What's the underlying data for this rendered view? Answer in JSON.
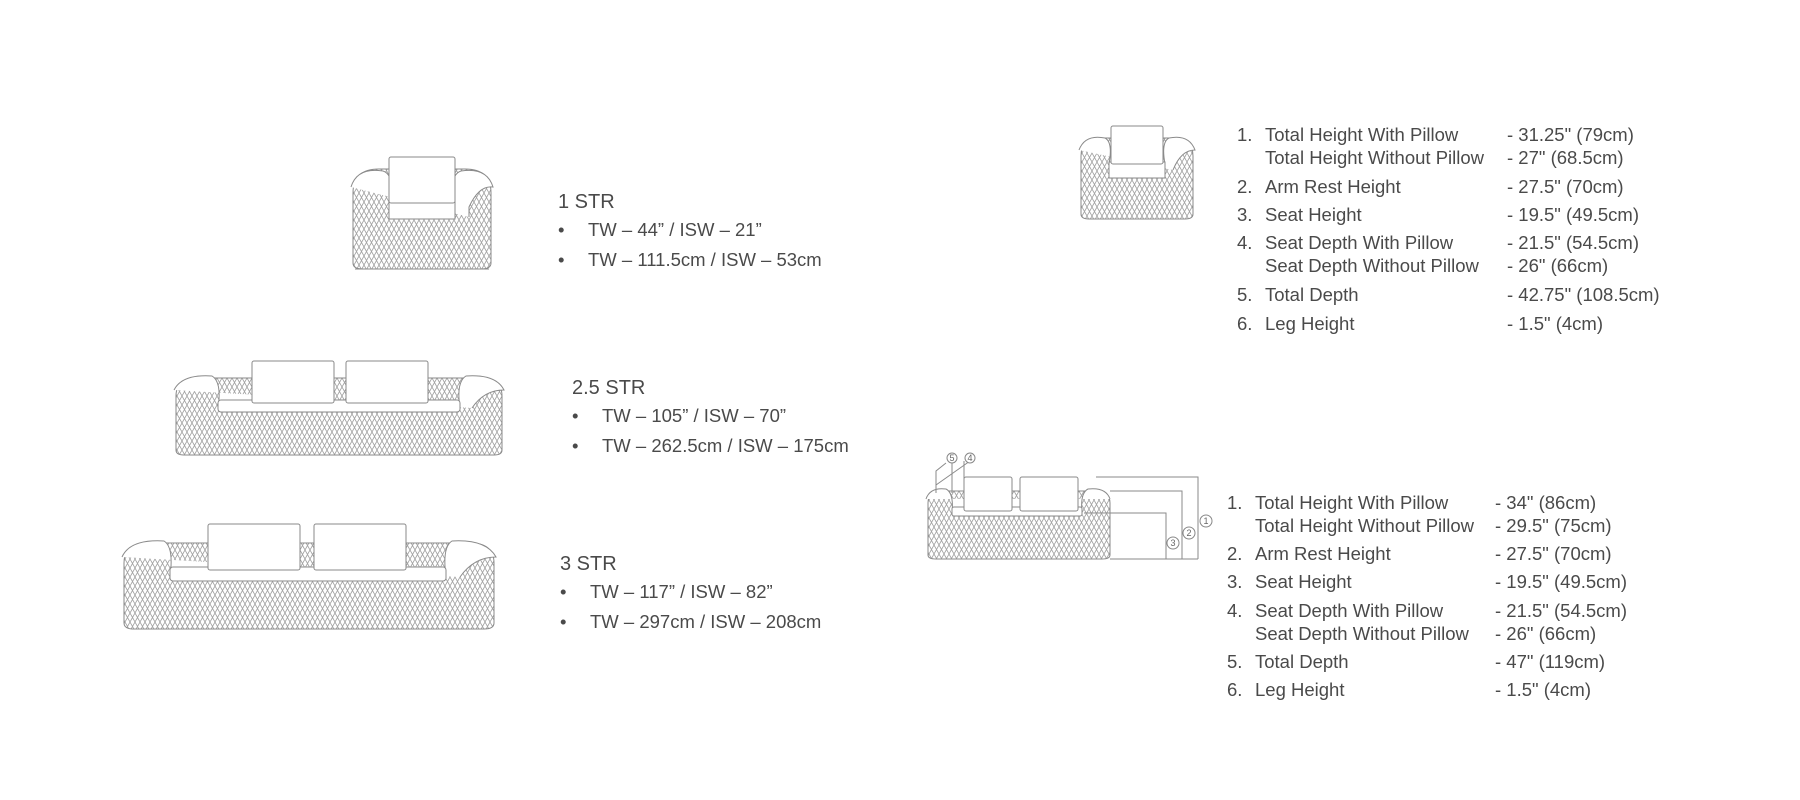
{
  "models": [
    {
      "title": "1 STR",
      "bullets": [
        "TW – 44” / ISW – 21”",
        "TW – 111.5cm / ISW – 53cm"
      ]
    },
    {
      "title": "2.5 STR",
      "bullets": [
        "TW – 105” / ISW – 70”",
        "TW – 262.5cm / ISW – 175cm"
      ]
    },
    {
      "title": "3 STR",
      "bullets": [
        "TW – 117” / ISW – 82”",
        "TW – 297cm / ISW – 208cm"
      ]
    }
  ],
  "bullet_symbol": "•",
  "specs_chair": [
    {
      "num": "1.",
      "label": "Total Height With Pillow",
      "value": "-  31.25\" (79cm)"
    },
    {
      "num": "",
      "label": "Total Height Without Pillow",
      "value": "-  27\" (68.5cm)"
    },
    {
      "num": "2.",
      "label": "Arm Rest Height",
      "value": "- 27.5\" (70cm)"
    },
    {
      "num": "3.",
      "label": "Seat Height",
      "value": "- 19.5\" (49.5cm)"
    },
    {
      "num": "4.",
      "label": "Seat Depth With Pillow",
      "value": "- 21.5\" (54.5cm)"
    },
    {
      "num": "",
      "label": "Seat Depth Without Pillow",
      "value": "- 26\" (66cm)"
    },
    {
      "num": "5.",
      "label": "Total Depth",
      "value": "- 42.75\" (108.5cm)"
    },
    {
      "num": "6.",
      "label": "Leg Height",
      "value": "- 1.5\" (4cm)"
    }
  ],
  "specs_sofa": [
    {
      "num": "1.",
      "label": "Total Height With Pillow",
      "value": "- 34\" (86cm)"
    },
    {
      "num": "",
      "label": "Total Height Without Pillow",
      "value": "-  29.5\" (75cm)"
    },
    {
      "num": "2.",
      "label": "Arm Rest Height",
      "value": "- 27.5\" (70cm)"
    },
    {
      "num": "3.",
      "label": "Seat Height",
      "value": "- 19.5\" (49.5cm)"
    },
    {
      "num": "4.",
      "label": "Seat Depth With Pillow",
      "value": "- 21.5\" (54.5cm)"
    },
    {
      "num": "",
      "label": "Seat Depth Without Pillow",
      "value": "- 26\" (66cm)"
    },
    {
      "num": "5.",
      "label": "Total Depth",
      "value": "- 47\" (119cm)"
    },
    {
      "num": "6.",
      "label": "Leg Height",
      "value": "- 1.5\" (4cm)"
    }
  ],
  "dimension_markers": [
    "1",
    "2",
    "3",
    "4",
    "5"
  ]
}
